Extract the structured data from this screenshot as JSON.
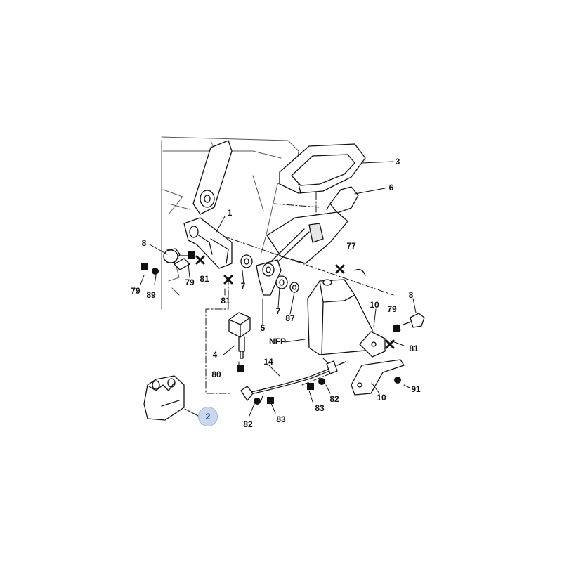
{
  "labels": {
    "l1": "1",
    "l2": "2",
    "l3": "3",
    "l4": "4",
    "l5": "5",
    "l6": "6",
    "l7a": "7",
    "l7b": "7",
    "l8a": "8",
    "l8b": "8",
    "l10a": "10",
    "l10b": "10",
    "l14": "14",
    "l77": "77",
    "l79a": "79",
    "l79b": "79",
    "l79c": "79",
    "l80": "80",
    "l81a": "81",
    "l81b": "81",
    "l81c": "81",
    "l82a": "82",
    "l82b": "82",
    "l83a": "83",
    "l83b": "83",
    "l87": "87",
    "l89": "89",
    "l91": "91",
    "nfp": "NFP"
  },
  "colors": {
    "line": "#111111",
    "fill": "#ffffff",
    "shade": "#e6e6e6",
    "highlight": "#c9d8ee"
  }
}
